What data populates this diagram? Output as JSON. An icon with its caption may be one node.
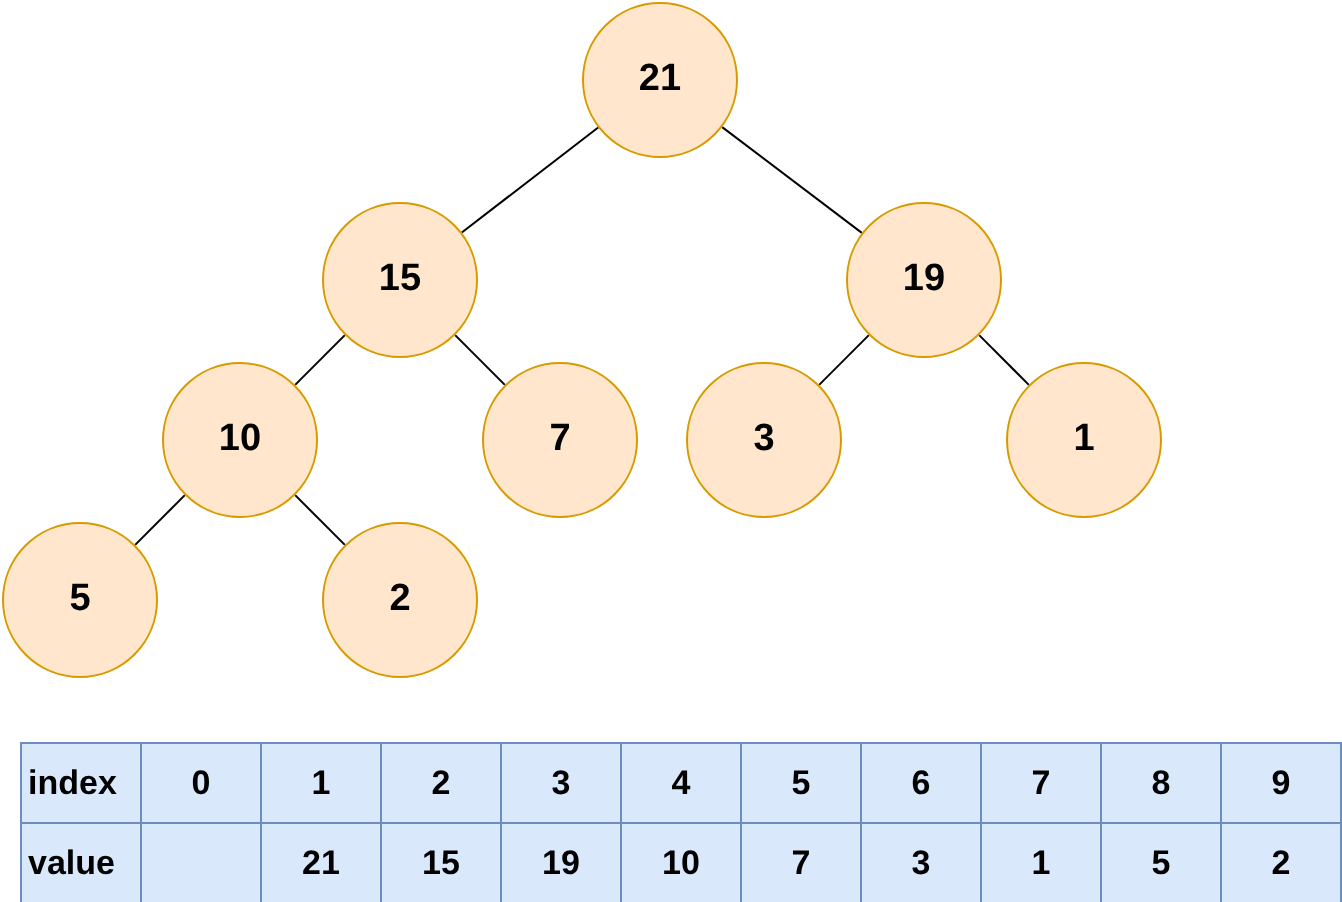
{
  "diagram": {
    "nodes": [
      {
        "text": [
          "21"
        ]
      },
      {
        "text": [
          "15"
        ]
      },
      {
        "text": [
          "19"
        ]
      },
      {
        "text": [
          "10"
        ]
      },
      {
        "text": [
          "7"
        ]
      },
      {
        "text": [
          "3"
        ]
      },
      {
        "text": [
          "1"
        ]
      },
      {
        "text": [
          "5"
        ]
      },
      {
        "text": [
          "2"
        ]
      }
    ],
    "edges": [
      {
        "from": 0,
        "to": 1,
        "arrow": "none"
      },
      {
        "from": 0,
        "to": 2,
        "arrow": "none"
      },
      {
        "from": 1,
        "to": 3,
        "arrow": "none"
      },
      {
        "from": 1,
        "to": 4,
        "arrow": "none"
      },
      {
        "from": 2,
        "to": 5,
        "arrow": "none"
      },
      {
        "from": 2,
        "to": 6,
        "arrow": "none"
      },
      {
        "from": 3,
        "to": 7,
        "arrow": "none"
      },
      {
        "from": 3,
        "to": 8,
        "arrow": "none"
      }
    ],
    "labels": [
      "index",
      "0",
      "1",
      "2",
      "3",
      "4",
      "5",
      "6",
      "7",
      "8",
      "9",
      "value",
      "21",
      "15",
      "19",
      "10",
      "7",
      "3",
      "1",
      "5",
      "2"
    ]
  }
}
